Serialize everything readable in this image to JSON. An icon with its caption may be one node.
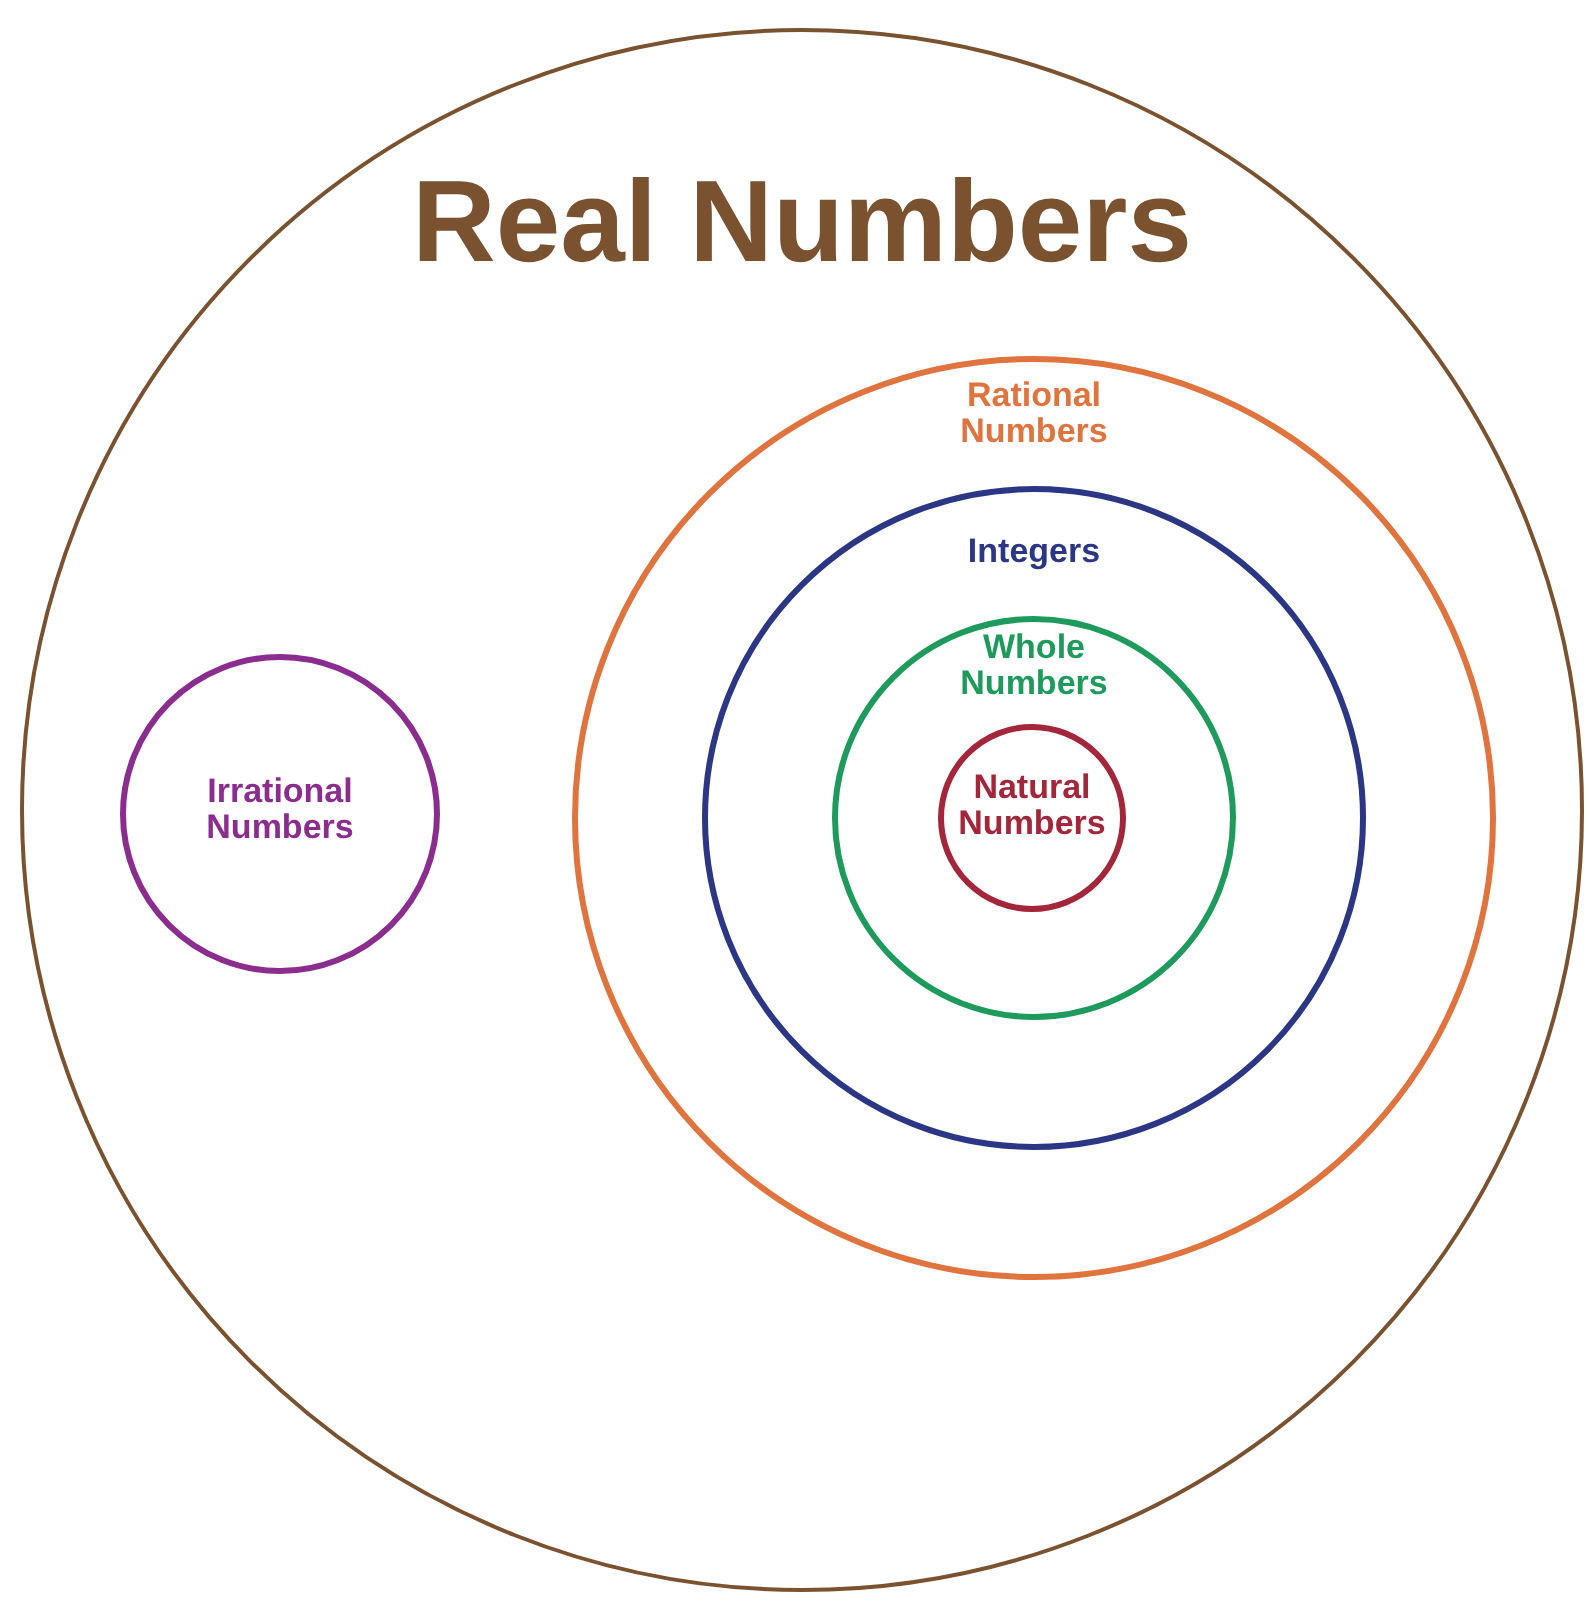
{
  "diagram": {
    "nodes": [
      {
        "text": [
          "Real Numbers"
        ]
      },
      {
        "text": [
          "Irrational Numbers"
        ],
        "in": 0
      },
      {
        "text": [
          "Rational Numbers"
        ],
        "in": 0
      },
      {
        "text": [
          "Integers"
        ],
        "in": 2
      },
      {
        "text": [
          "Whole Numbers"
        ],
        "in": 3
      },
      {
        "text": [
          "Natural Numbers"
        ],
        "in": 4
      }
    ]
  }
}
